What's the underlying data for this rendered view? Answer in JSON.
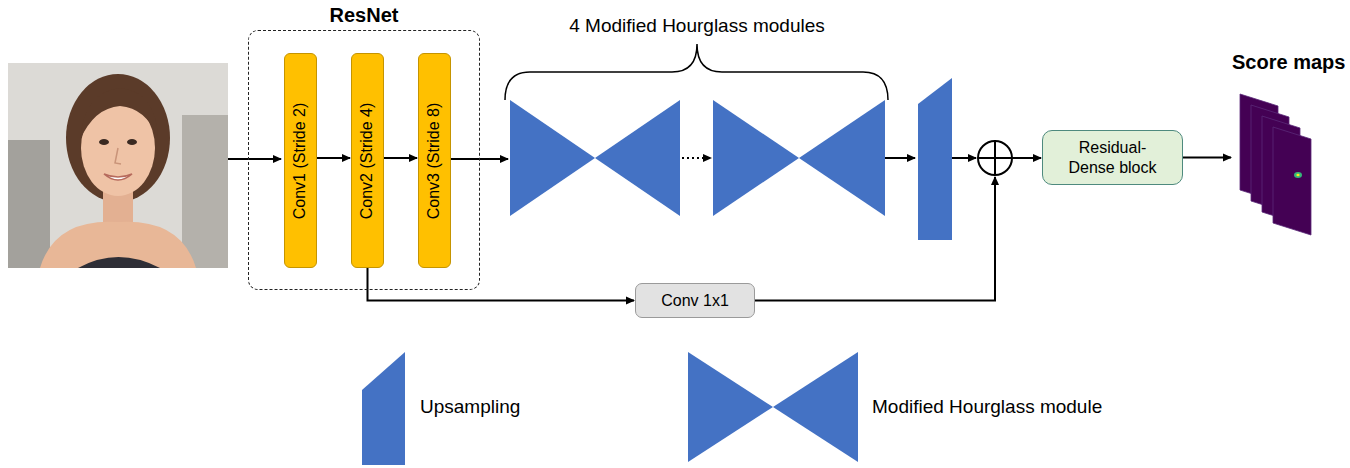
{
  "diagram": {
    "nodes": [
      {
        "text": [
          "ResNet"
        ]
      },
      {
        "text": [
          "Conv1 (Stride 2)"
        ],
        "in": 0
      },
      {
        "text": [
          "Conv2 (Stride 4)"
        ],
        "in": 0
      },
      {
        "text": [
          "Conv3 (Stride 8)"
        ],
        "in": 0
      },
      {
        "text": [
          "Conv 1x1"
        ]
      },
      {
        "text": [
          "Residual- Dense block"
        ]
      },
      {
        "text": [
          "Score maps"
        ]
      }
    ],
    "edges": [
      {
        "from": 1,
        "to": 2,
        "arrow": "to"
      },
      {
        "from": 2,
        "to": 3,
        "arrow": "to"
      },
      {
        "from": 2,
        "to": 4,
        "arrow": "to"
      },
      {
        "from": 4,
        "to": 5,
        "arrow": "to"
      },
      {
        "from": 5,
        "to": 6,
        "arrow": "to"
      }
    ],
    "labels": [
      "4 Modified Hourglass modules"
    ],
    "legend": [
      {
        "text": "Upsampling"
      },
      {
        "text": "Modified Hourglass module"
      }
    ]
  }
}
